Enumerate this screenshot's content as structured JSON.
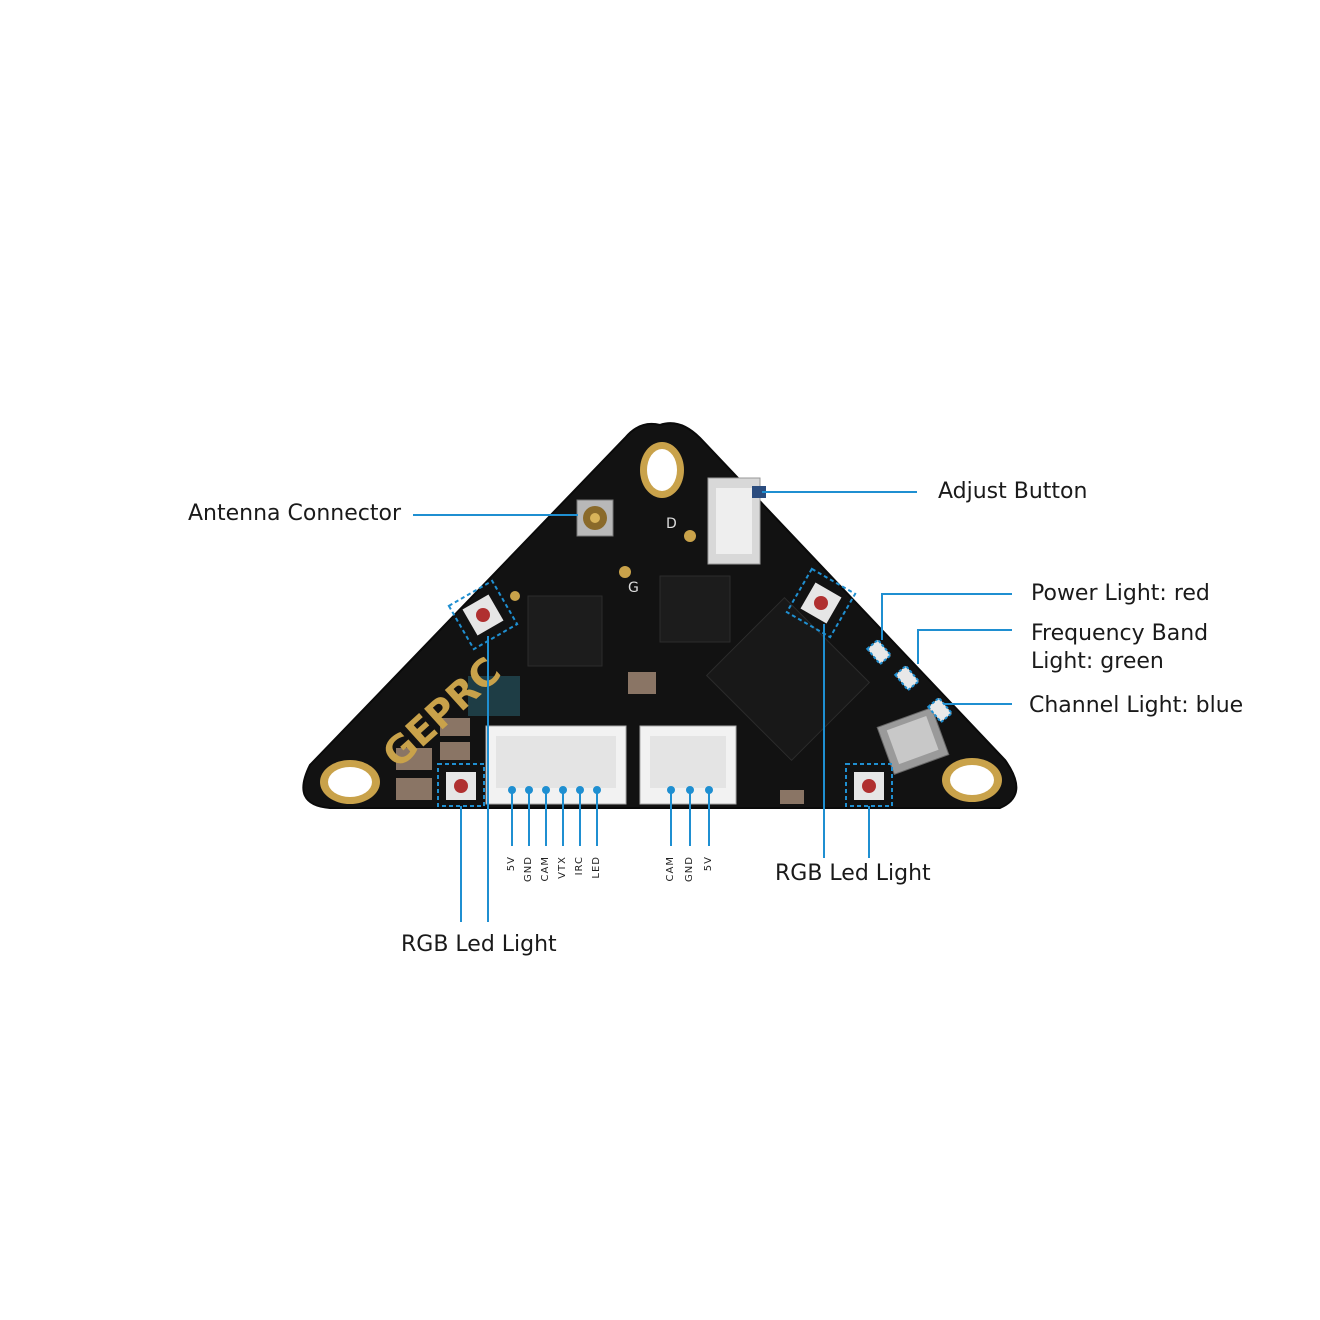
{
  "colors": {
    "board": "#111111",
    "gold": "#c9a24a",
    "callout": "#1f8fd1",
    "text": "#1a1a1a"
  },
  "labels": {
    "antenna_connector": "Antenna Connector",
    "adjust_button": "Adjust Button",
    "power_light": "Power Light: red",
    "frequency_band_line1": "Frequency Band",
    "frequency_band_line2": "Light: green",
    "channel_light": "Channel Light: blue",
    "rgb_led_right": "RGB Led Light",
    "rgb_led_left": "RGB Led Light"
  },
  "connector_left_pins": [
    "5V",
    "GND",
    "CAM",
    "VTX",
    "IRC",
    "LED"
  ],
  "connector_right_pins": [
    "CAM",
    "GND",
    "5V"
  ],
  "silkscreen": {
    "brand": "GEPRC",
    "mark_d": "D",
    "mark_g": "G"
  }
}
